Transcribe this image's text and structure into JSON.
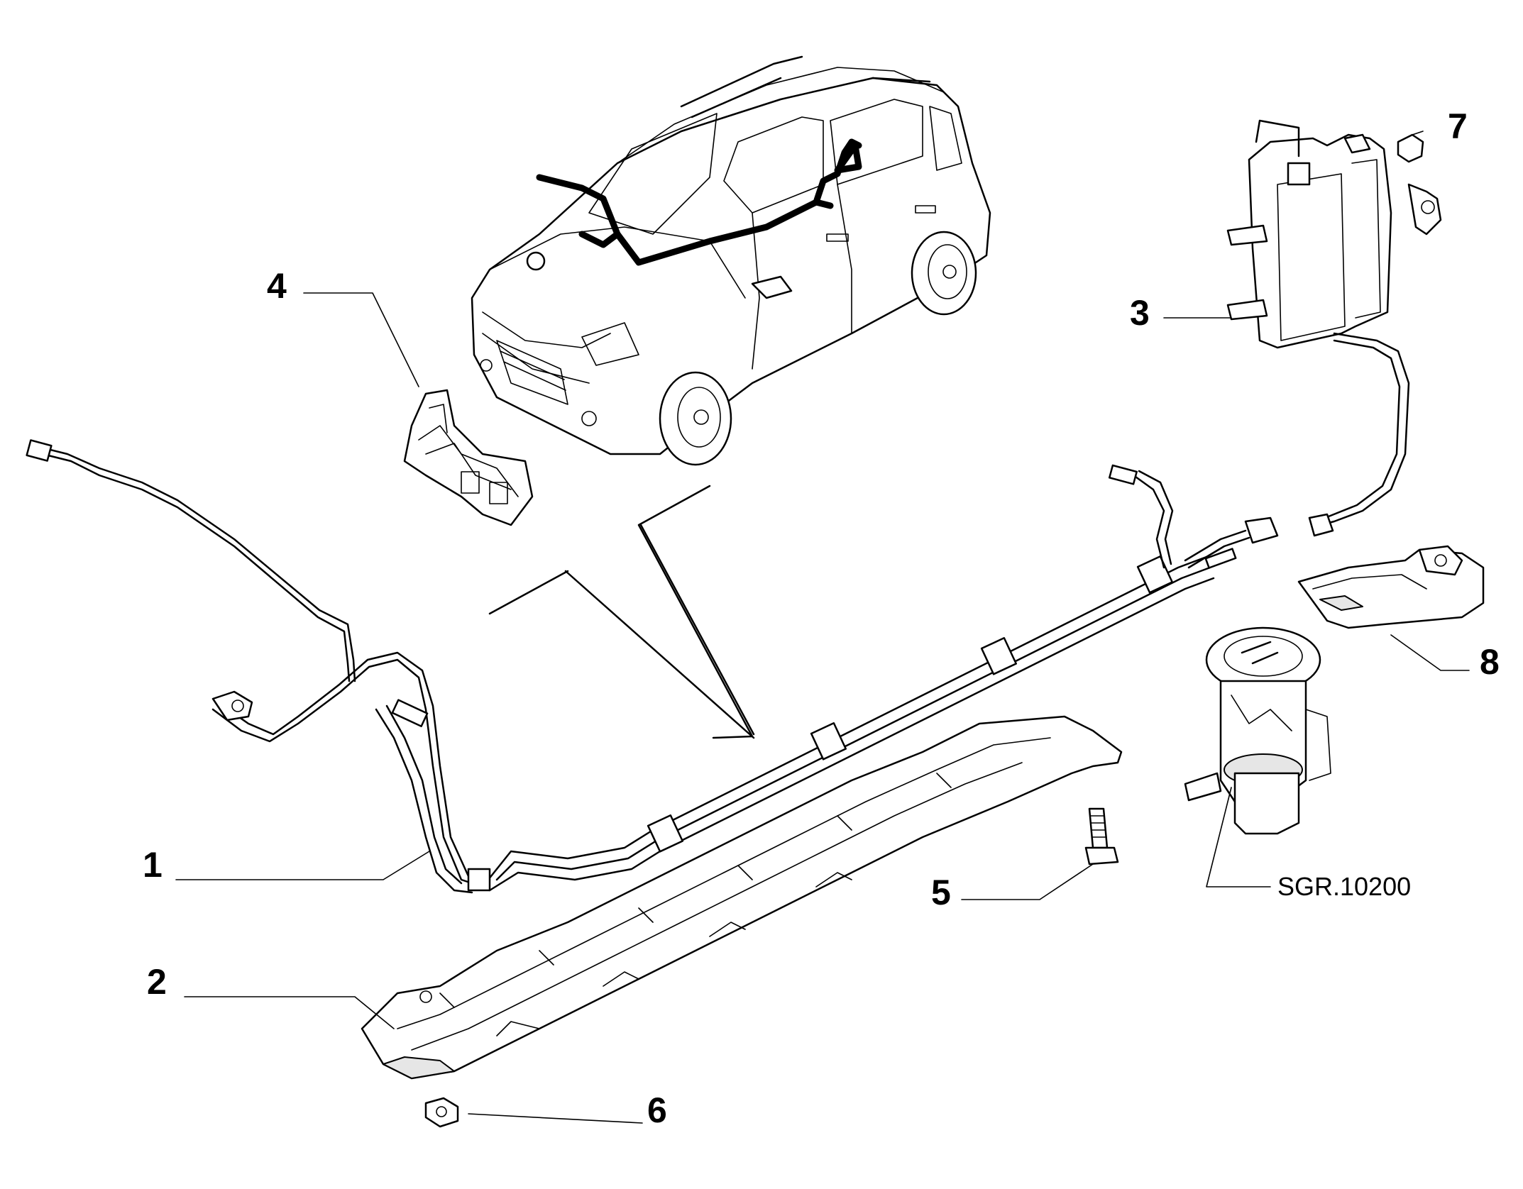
{
  "callouts": [
    {
      "id": "1",
      "label": "1"
    },
    {
      "id": "2",
      "label": "2"
    },
    {
      "id": "3",
      "label": "3"
    },
    {
      "id": "4",
      "label": "4"
    },
    {
      "id": "5",
      "label": "5"
    },
    {
      "id": "6",
      "label": "6"
    },
    {
      "id": "7",
      "label": "7"
    },
    {
      "id": "8",
      "label": "8"
    }
  ],
  "drawing_code": "SGR.10200"
}
